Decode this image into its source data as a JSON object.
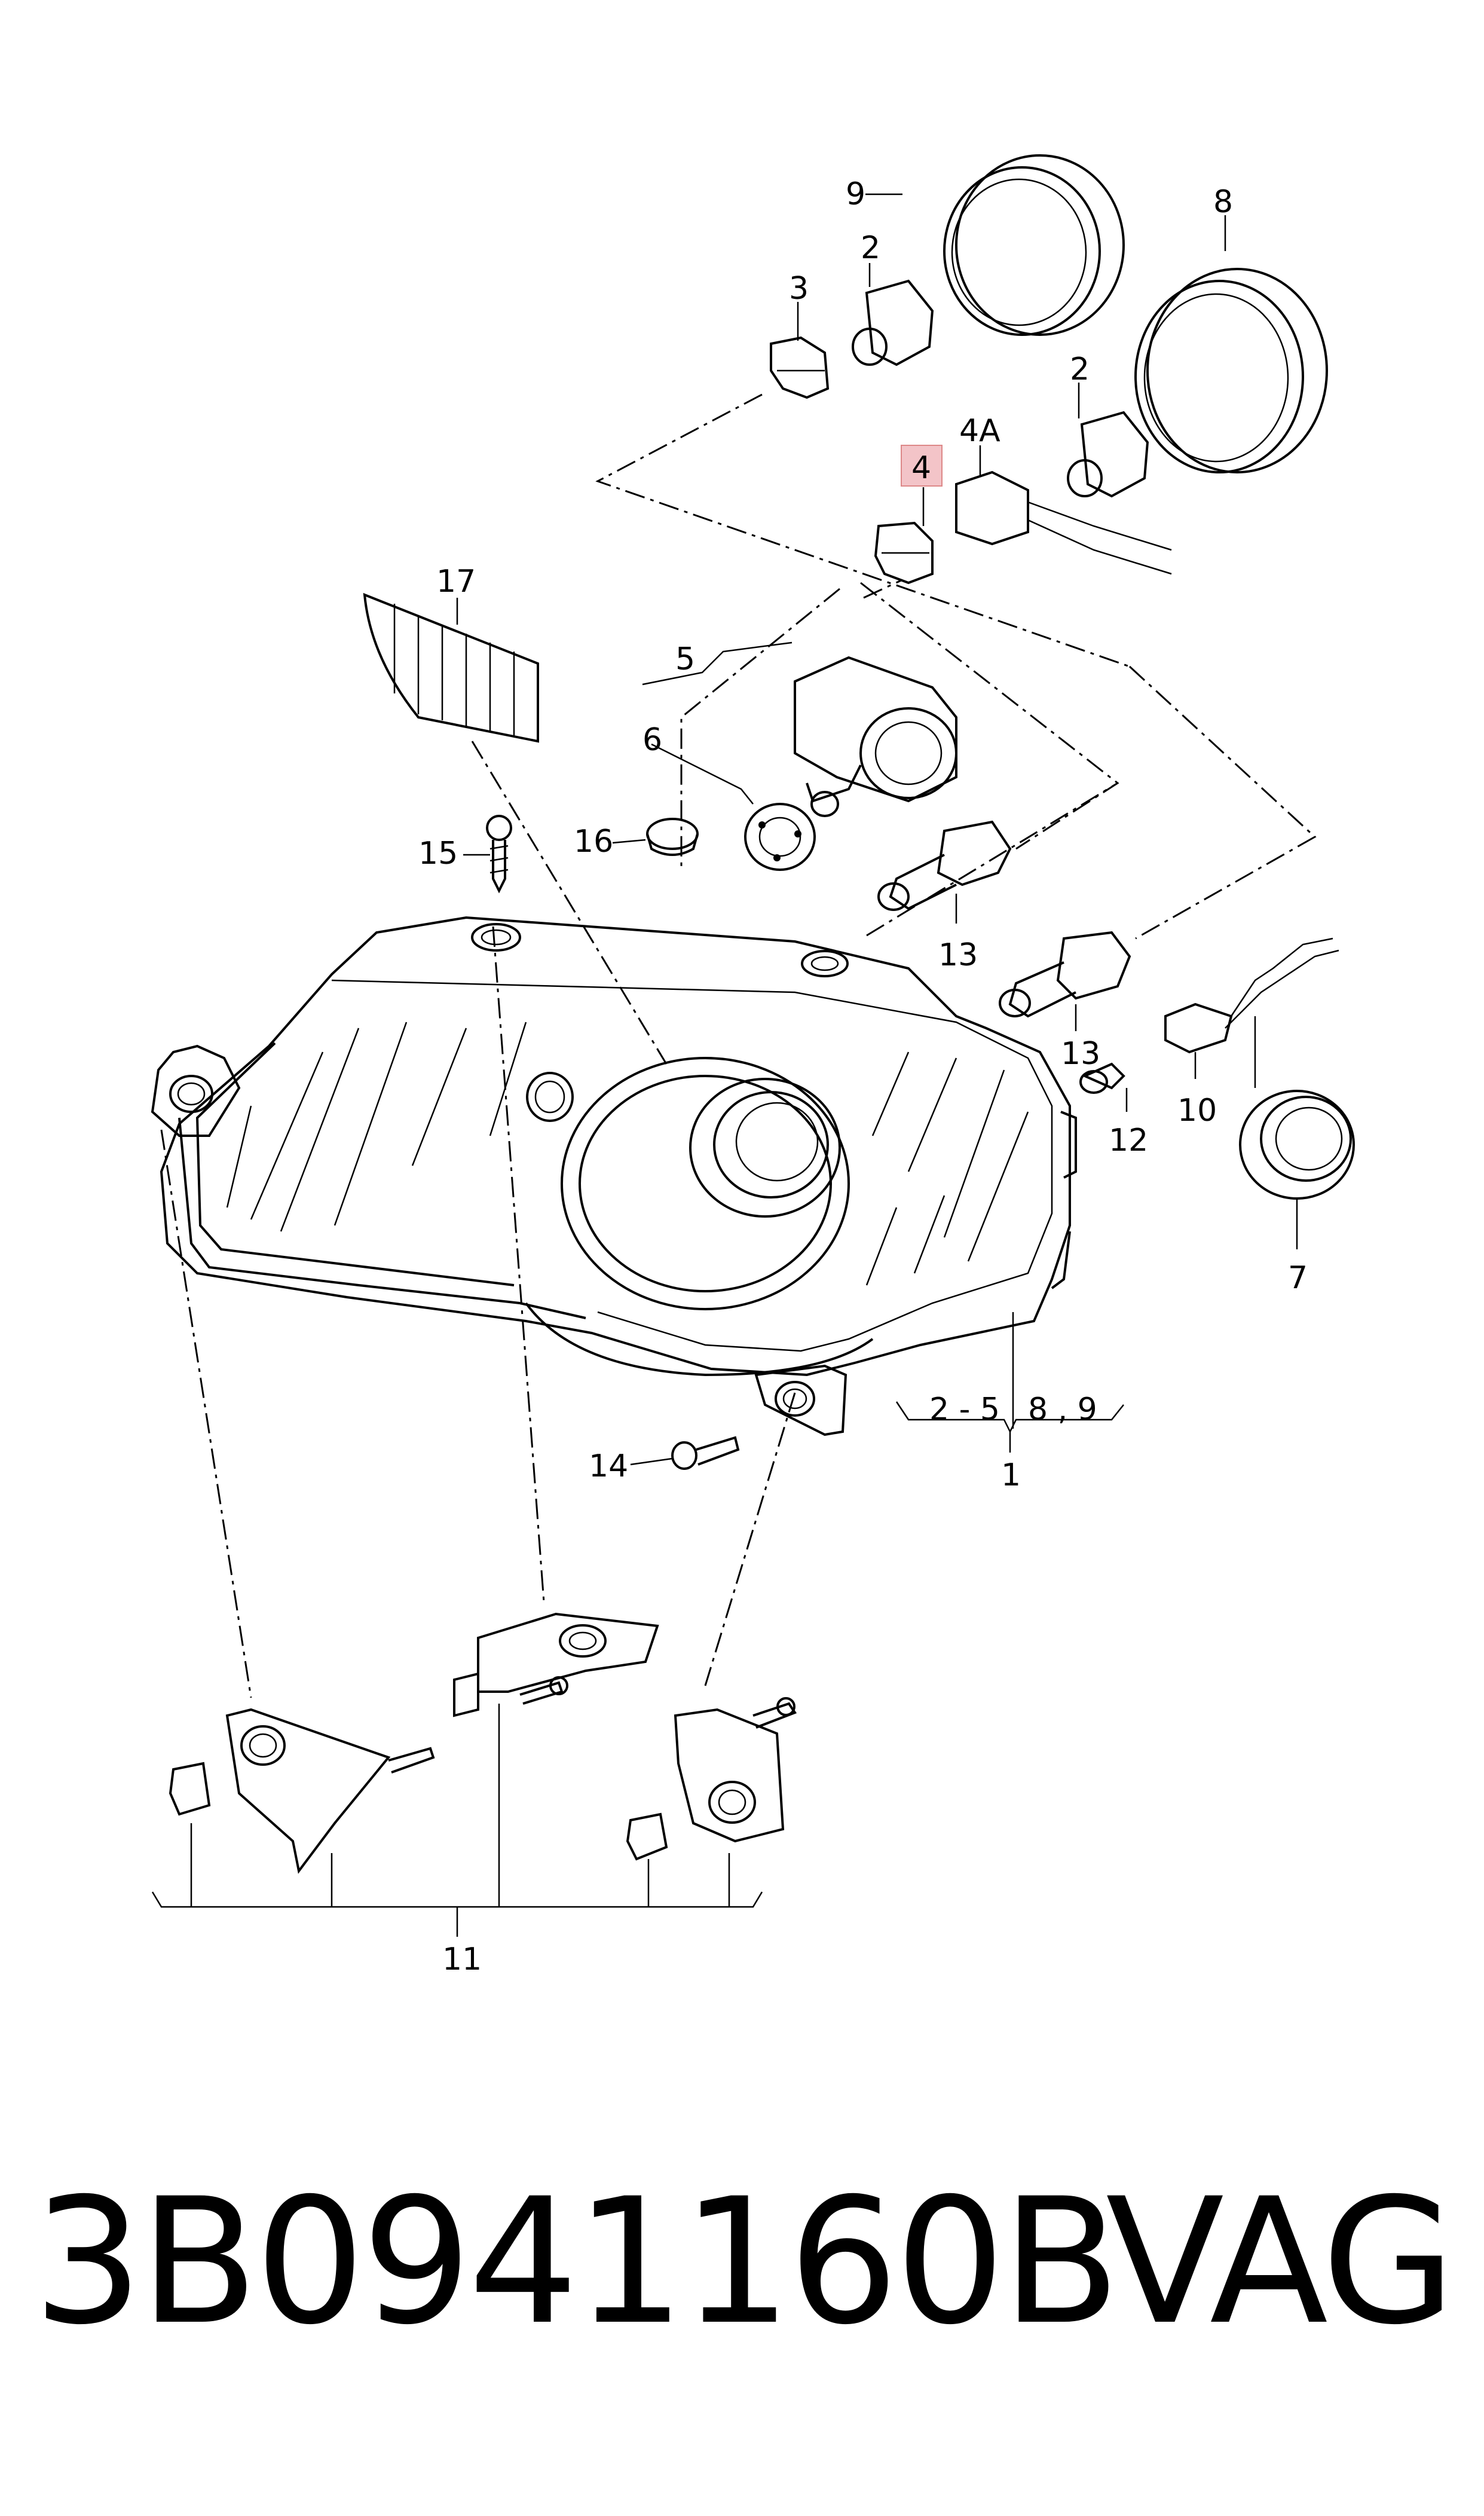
{
  "diagram": {
    "callouts": {
      "c9": "9",
      "c8": "8",
      "c2a": "2",
      "c3": "3",
      "c2b": "2",
      "c4a": "4A",
      "c4": "4",
      "c17": "17",
      "c5": "5",
      "c6": "6",
      "c16": "16",
      "c15": "15",
      "c13a": "13",
      "c13b": "13",
      "c10": "10",
      "c12": "12",
      "c7": "7",
      "c25": "2 - 5",
      "c89": "8 , 9",
      "c1": "1",
      "c14": "14",
      "c11": "11"
    },
    "highlighted_callout": "4",
    "highlight_color": "#f3c4c8"
  },
  "footer": {
    "part_number": "3B0941160B",
    "brand": "VAG"
  }
}
